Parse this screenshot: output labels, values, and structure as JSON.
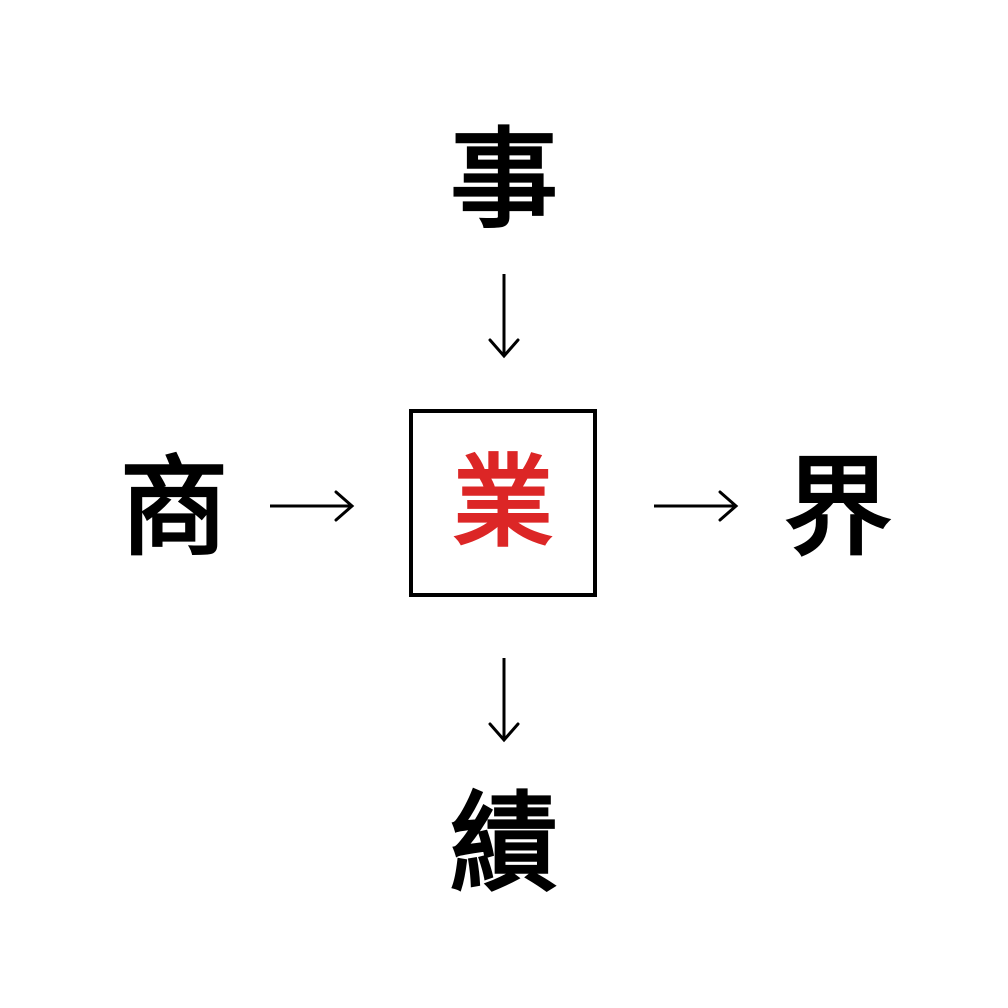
{
  "puzzle": {
    "top": "事",
    "left": "商",
    "right": "界",
    "bottom": "績",
    "center": "業"
  },
  "colors": {
    "text": "#000000",
    "answer": "#dc2626",
    "background": "#ffffff"
  }
}
